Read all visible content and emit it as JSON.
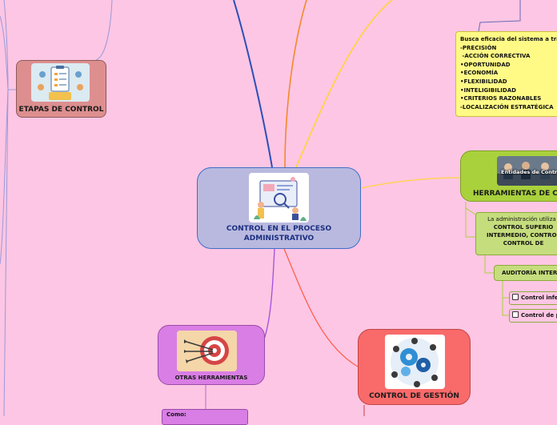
{
  "center": {
    "title": "CONTROL EN EL PROCESO ADMINISTRATIVO",
    "image": "magnifier-analysis-illustration"
  },
  "branches": {
    "etapas": {
      "label": "ETAPAS DE CONTROL",
      "image": "checklist-clipboard-illustration"
    },
    "otras": {
      "label": "OTRAS HERRAMIENTAS",
      "image": "target-arrows-illustration"
    },
    "gestion": {
      "label": "CONTROL DE GESTIÓN",
      "image": "gears-team-illustration"
    },
    "herramientas": {
      "label": "HERRAMIENTAS DE CO",
      "image": "meeting-photo",
      "banner": "Entidades de Contro"
    }
  },
  "notes": {
    "yellow": {
      "lines": [
        "Busca eficacia del sistema a tra",
        "-PRECISIÓN",
        " -ACCIÓN CORRECTIVA",
        "•OPORTUNIDAD",
        "•ECONOMÍA",
        "•FLEXIBILIDAD",
        "•INTELIGIBILIDAD",
        "•CRITERIOS RAZONABLES",
        "-LOCALIZACIÓN ESTRATÉGICA"
      ]
    },
    "green": {
      "line1": "La administración utiliza l",
      "line2": "CONTROL SUPERIO",
      "line3": "INTERMEDIO, CONTROL",
      "line4": "CONTROL DE"
    },
    "auditoria": "AUDITORÍA INTER",
    "checklist": [
      "Control infe",
      "Control de p"
    ],
    "purple": "Como:"
  },
  "colors": {
    "background": "#fdc6e4",
    "center": "#b9b9df",
    "etapas": "#dd8f8f",
    "otras": "#d97ee5",
    "gestion": "#f96a6a",
    "herramientas": "#a9d13c",
    "yellow_note": "#fffa86"
  }
}
